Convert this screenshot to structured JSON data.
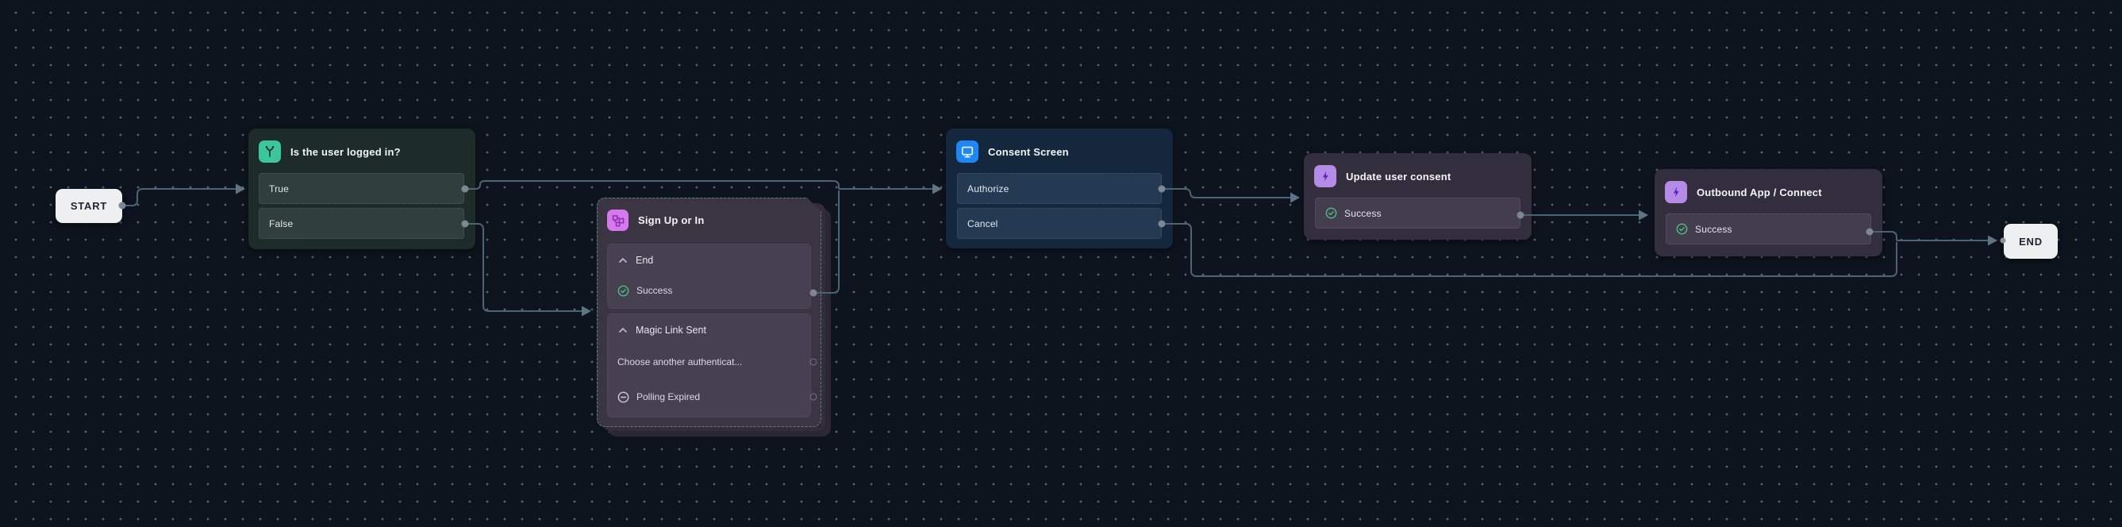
{
  "flow": {
    "start": {
      "label": "START"
    },
    "end": {
      "label": "END"
    },
    "condition": {
      "title": "Is the user logged in?",
      "icon": "branch-condition-icon",
      "outputs": {
        "true": "True",
        "false": "False"
      }
    },
    "signup": {
      "title": "Sign Up or In",
      "icon": "subflow-screens-icon",
      "sections": [
        {
          "header": "End",
          "items": [
            {
              "label": "Success",
              "icon": "check-circle-icon"
            }
          ]
        },
        {
          "header": "Magic Link Sent",
          "items": [
            {
              "label": "Choose another authenticat...",
              "icon": "none"
            },
            {
              "label": "Polling Expired",
              "icon": "minus-circle-icon"
            }
          ]
        }
      ]
    },
    "consent": {
      "title": "Consent Screen",
      "icon": "screen-icon",
      "outputs": {
        "authorize": "Authorize",
        "cancel": "Cancel"
      }
    },
    "update_consent": {
      "title": "Update user consent",
      "icon": "action-bolt-icon",
      "outputs": {
        "success": "Success"
      }
    },
    "outbound": {
      "title": "Outbound App / Connect",
      "icon": "action-bolt-icon",
      "outputs": {
        "success": "Success"
      }
    }
  },
  "colors": {
    "background": "#0e141e",
    "grid_dot": "#96a2b1",
    "wire": "#4d6272",
    "arrow": "#5d7585",
    "port": "#7b8894",
    "condition_icon_bg": "#3ec69b",
    "signup_icon_bg": "#d678ee",
    "consent_icon_bg": "#1f86f5",
    "action_icon_bg": "#b48ce8",
    "success_green": "#4fbc82",
    "node_teal": "#1d2b29",
    "node_navy": "#15273d",
    "node_purple": "#332e3d",
    "node_signup": "#3a3443",
    "terminal_bg": "#edeff1"
  }
}
